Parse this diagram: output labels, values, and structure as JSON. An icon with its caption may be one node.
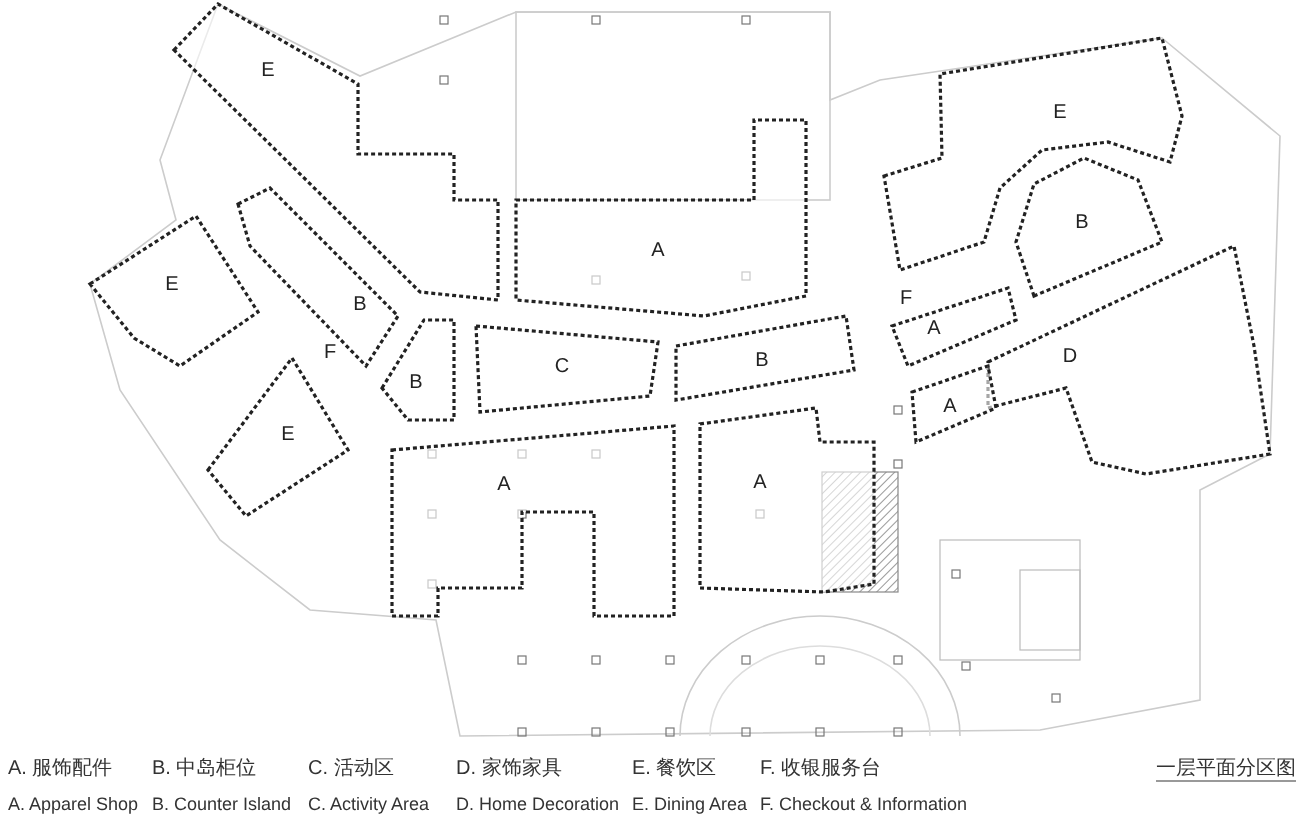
{
  "diagram": {
    "title": "一层平面分区图",
    "nodes": [
      {
        "text": [
          "E"
        ]
      },
      {
        "text": [
          "A"
        ]
      },
      {
        "text": [
          "E"
        ]
      },
      {
        "text": [
          "B"
        ]
      },
      {
        "text": [
          "E"
        ]
      },
      {
        "text": [
          "B"
        ]
      },
      {
        "text": [
          "A"
        ]
      },
      {
        "text": [
          "B"
        ]
      },
      {
        "text": [
          "C"
        ]
      },
      {
        "text": [
          "B"
        ]
      },
      {
        "text": [
          "D"
        ]
      },
      {
        "text": [
          "A"
        ]
      },
      {
        "text": [
          "E"
        ]
      },
      {
        "text": [
          "A"
        ]
      },
      {
        "text": [
          "A"
        ]
      }
    ],
    "labels": [
      "F",
      "F",
      "A. 服饰配件",
      "B. 中岛柜位",
      "C. 活动区",
      "D. 家饰家具",
      "E. 餐饮区",
      "F. 收银服务台",
      "A. Apparel Shop",
      "B. Counter Island",
      "C. Activity Area",
      "D. Home Decoration",
      "E. Dining Area",
      "F. Checkout & Information"
    ]
  }
}
